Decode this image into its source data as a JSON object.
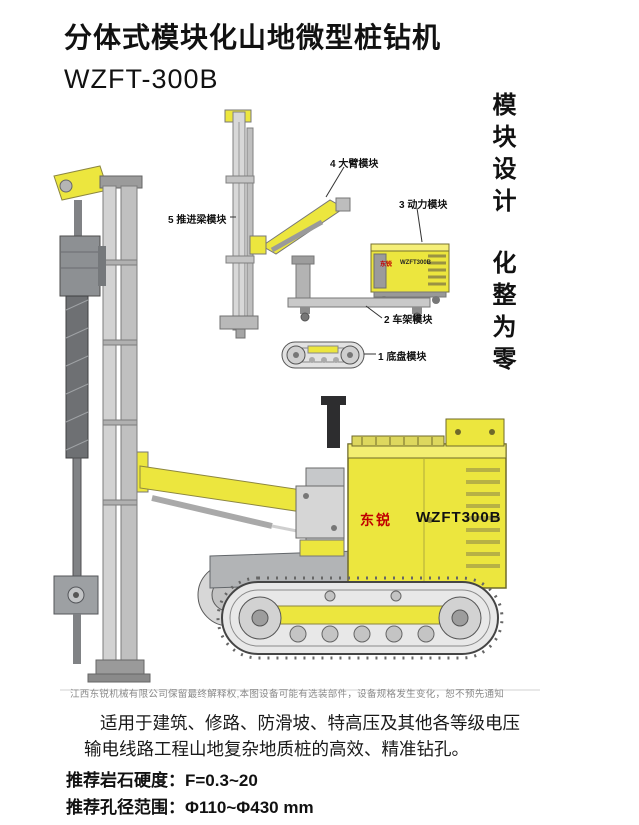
{
  "header": {
    "title": "分体式模块化山地微型桩钻机",
    "model": "WZFT-300B"
  },
  "slogan": {
    "line1": "模块设计",
    "line2": "化整为零"
  },
  "modules": [
    {
      "label": "1 底盘模块"
    },
    {
      "label": "2 车架模块"
    },
    {
      "label": "3 动力模块"
    },
    {
      "label": "4 大臂模块"
    },
    {
      "label": "5 推进梁模块"
    }
  ],
  "machine": {
    "brand": "东锐",
    "model_plate": "WZFT300B"
  },
  "disclaimer": "江西东锐机械有限公司保留最终解释权,本图设备可能有选装部件，设备规格发生变化，恕不预先通知",
  "description": {
    "line1": "适用于建筑、修路、防滑坡、特高压及其他各等级电压",
    "line2": "输电线路工程山地复杂地质桩的高效、精准钻孔。"
  },
  "specs": [
    {
      "label": "推荐岩石硬度：",
      "value": "F=0.3~20"
    },
    {
      "label": "推荐孔径范围：",
      "value": "Φ110~Φ430 mm"
    }
  ],
  "colors": {
    "machine_yellow": "#ece63e",
    "brand_red": "#c00000"
  }
}
